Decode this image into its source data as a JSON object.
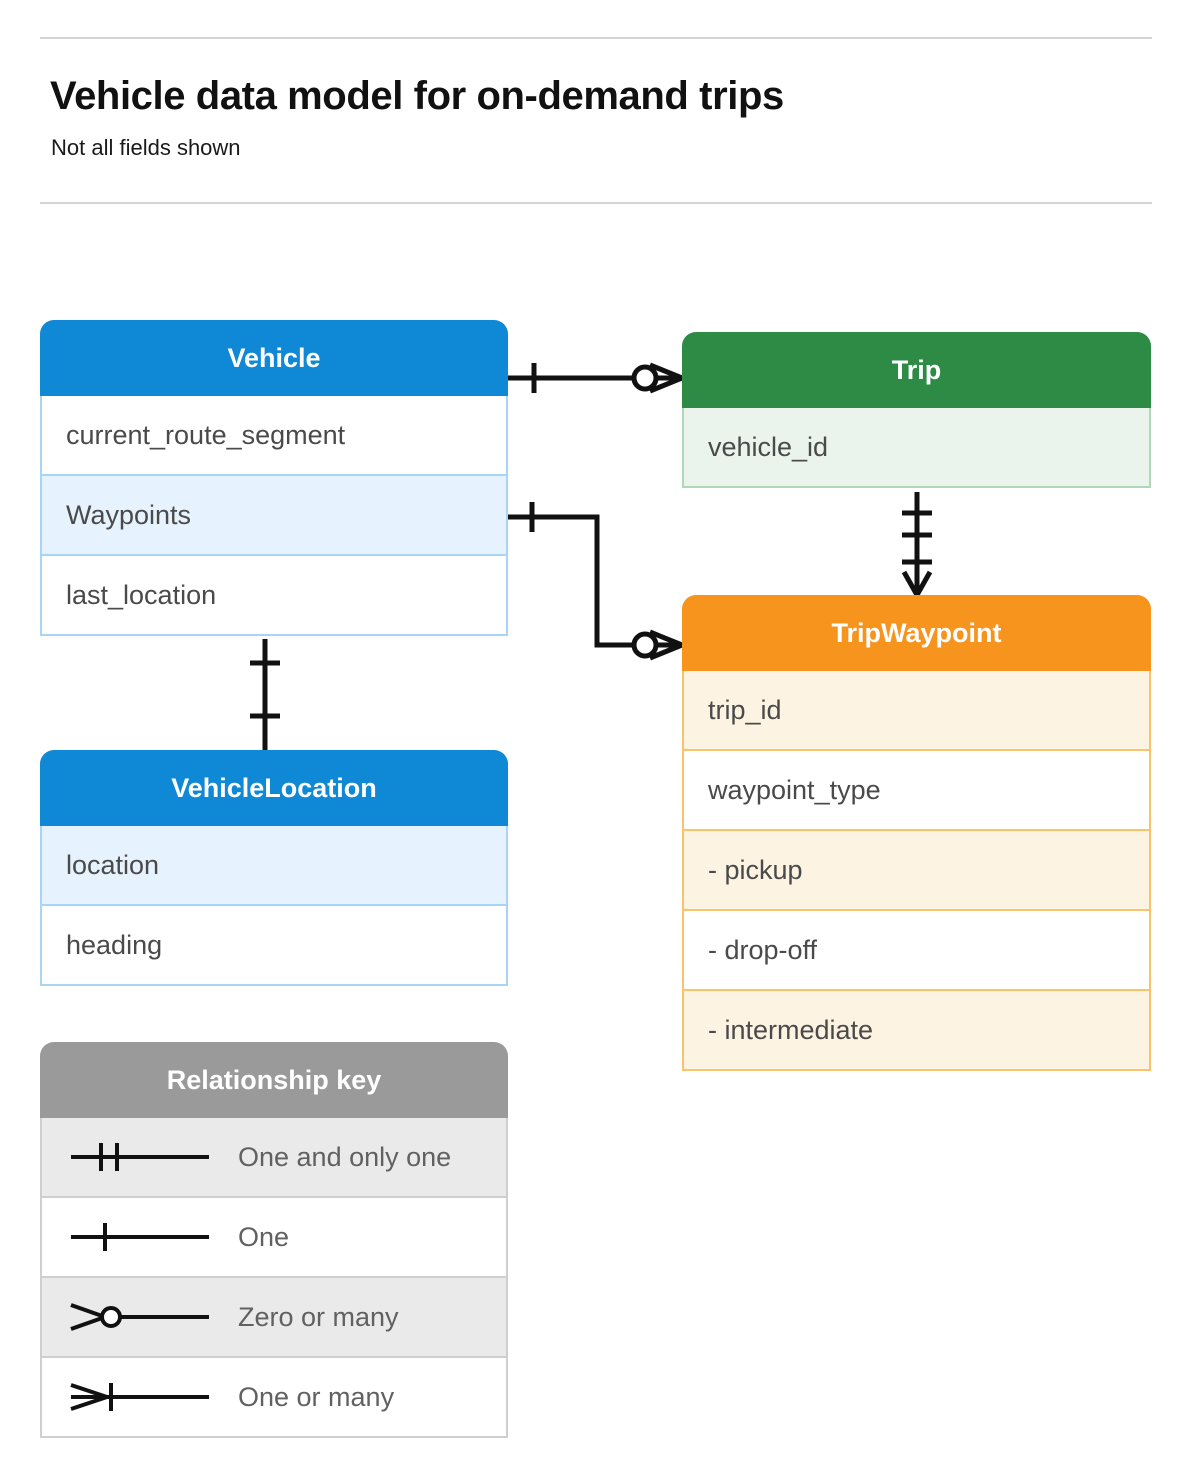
{
  "header": {
    "title": "Vehicle data model for on-demand trips",
    "subtitle": "Not all fields shown"
  },
  "colors": {
    "blue_header": "#0f88d6",
    "blue_row_alt": "#e6f2fd",
    "blue_border": "#a8d4f5",
    "green_header": "#2e8b46",
    "green_row_alt": "#eaf4ec",
    "green_border": "#aed8b8",
    "orange_header": "#f7941e",
    "orange_row_alt": "#fdf3e2",
    "orange_border": "#f8c36a",
    "grey_header": "#9a9a9a",
    "grey_row_alt": "#eaeaea",
    "line": "#111111",
    "text": "#4a4a4a",
    "rule": "#d4d4d4"
  },
  "entities": {
    "vehicle": {
      "name": "Vehicle",
      "fields": [
        {
          "label": "current_route_segment",
          "highlight": false
        },
        {
          "label": "Waypoints",
          "highlight": true
        },
        {
          "label": "last_location",
          "highlight": false
        }
      ]
    },
    "vehicle_location": {
      "name": "VehicleLocation",
      "fields": [
        {
          "label": "location",
          "highlight": true
        },
        {
          "label": "heading",
          "highlight": false
        }
      ]
    },
    "trip": {
      "name": "Trip",
      "fields": [
        {
          "label": "vehicle_id",
          "highlight": true
        }
      ]
    },
    "trip_waypoint": {
      "name": "TripWaypoint",
      "fields": [
        {
          "label": "trip_id",
          "highlight": true
        },
        {
          "label": "waypoint_type",
          "highlight": false
        },
        {
          "label": "-  pickup",
          "highlight": true
        },
        {
          "label": "-  drop-off",
          "highlight": false
        },
        {
          "label": "-  intermediate",
          "highlight": true
        }
      ]
    }
  },
  "legend": {
    "title": "Relationship key",
    "rows": [
      {
        "symbol": "one-and-only-one",
        "label": "One and only one"
      },
      {
        "symbol": "one",
        "label": "One"
      },
      {
        "symbol": "zero-or-many",
        "label": "Zero or many"
      },
      {
        "symbol": "one-or-many",
        "label": "One or many"
      }
    ]
  },
  "relationships": [
    {
      "id": "vehicle-to-trip",
      "from": "Vehicle",
      "to": "Trip",
      "from_cardinality": "One",
      "to_cardinality": "Zero or many"
    },
    {
      "id": "waypoints-to-tripwaypoint",
      "from": "Vehicle.Waypoints",
      "to": "TripWaypoint",
      "from_cardinality": "One",
      "to_cardinality": "Zero or many"
    },
    {
      "id": "trip-to-tripwaypoint",
      "from": "Trip",
      "to": "TripWaypoint",
      "from_cardinality": "One and only one",
      "to_cardinality": "One or many"
    },
    {
      "id": "vehicle-to-vehiclelocation",
      "from": "Vehicle",
      "to": "VehicleLocation",
      "from_cardinality": "One",
      "to_cardinality": "One"
    }
  ]
}
